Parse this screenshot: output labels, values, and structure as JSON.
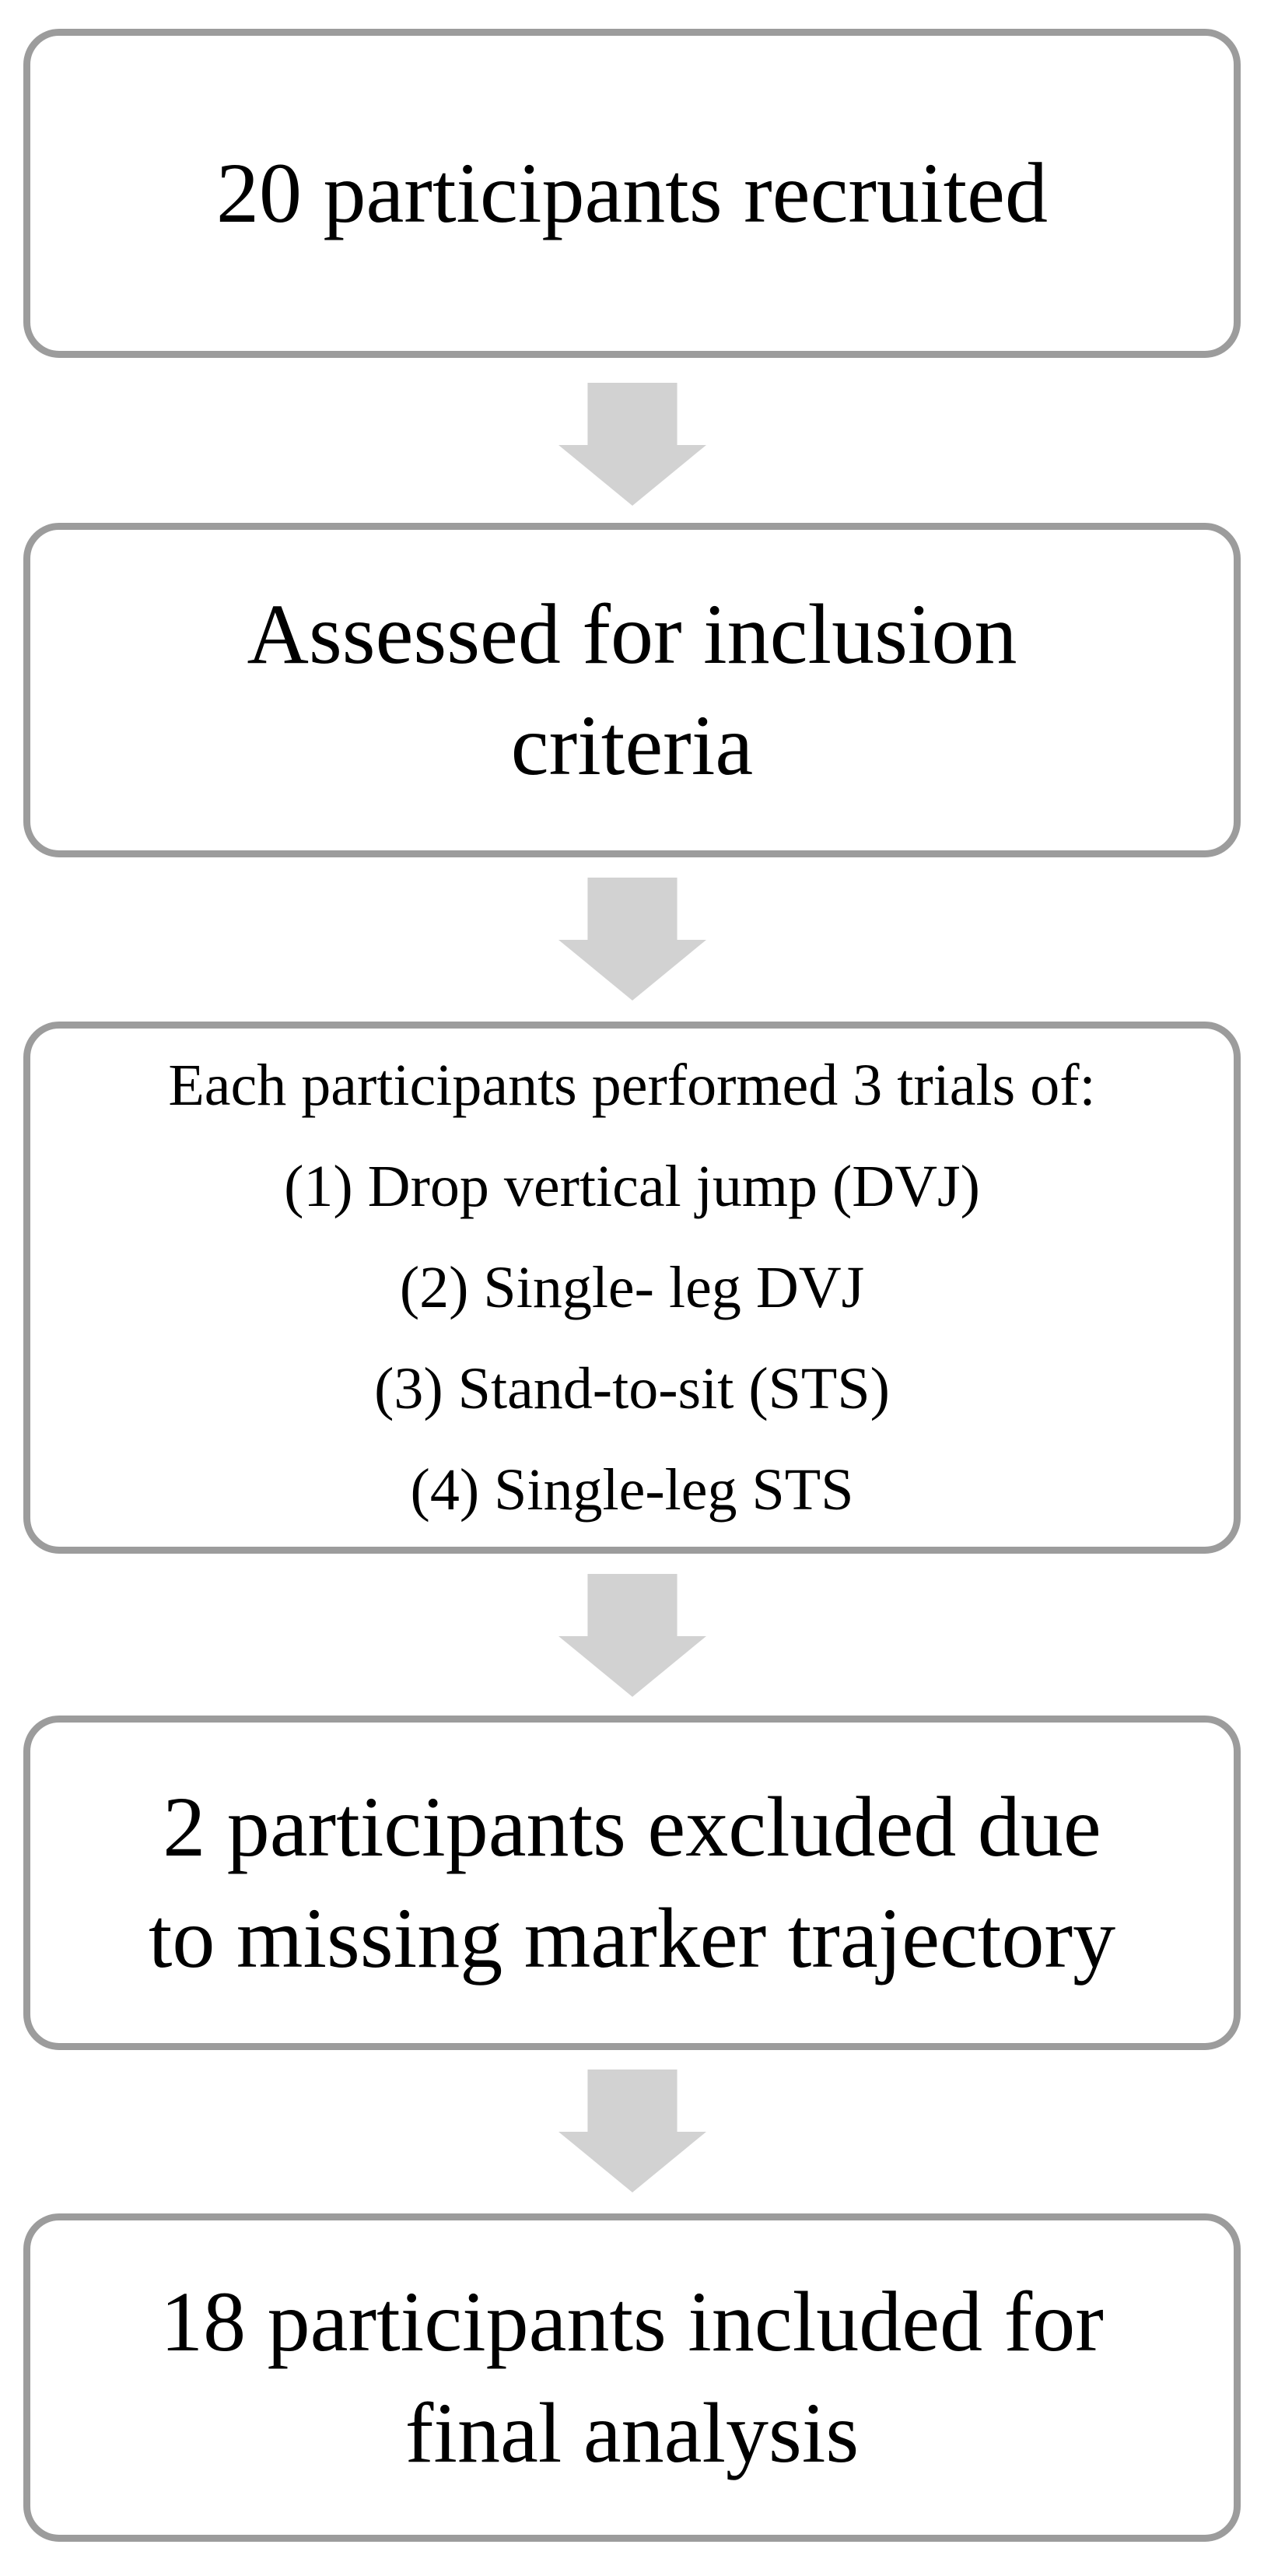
{
  "flowchart": {
    "direction": "top-down",
    "boxes": [
      {
        "id": "recruited",
        "lines": [
          "20 participants recruited"
        ]
      },
      {
        "id": "assessed",
        "lines": [
          "Assessed for inclusion",
          "criteria"
        ]
      },
      {
        "id": "trials",
        "heading": "Each participants performed 3 trials of:",
        "items": [
          "(1) Drop vertical jump (DVJ)",
          "(2) Single- leg DVJ",
          "(3) Stand-to-sit (STS)",
          "(4) Single-leg STS"
        ]
      },
      {
        "id": "excluded",
        "lines": [
          "2 participants excluded due",
          "to missing marker trajectory"
        ]
      },
      {
        "id": "included",
        "lines": [
          "18 participants included for",
          "final analysis"
        ]
      }
    ],
    "connectors": [
      {
        "from": "recruited",
        "to": "assessed",
        "type": "block-down-arrow"
      },
      {
        "from": "assessed",
        "to": "trials",
        "type": "block-down-arrow"
      },
      {
        "from": "trials",
        "to": "excluded",
        "type": "block-down-arrow"
      },
      {
        "from": "excluded",
        "to": "included",
        "type": "block-down-arrow"
      }
    ],
    "colors": {
      "box_border": "#9c9c9c",
      "arrow_fill": "#d2d2d2",
      "text": "#000000",
      "background": "#ffffff"
    }
  }
}
